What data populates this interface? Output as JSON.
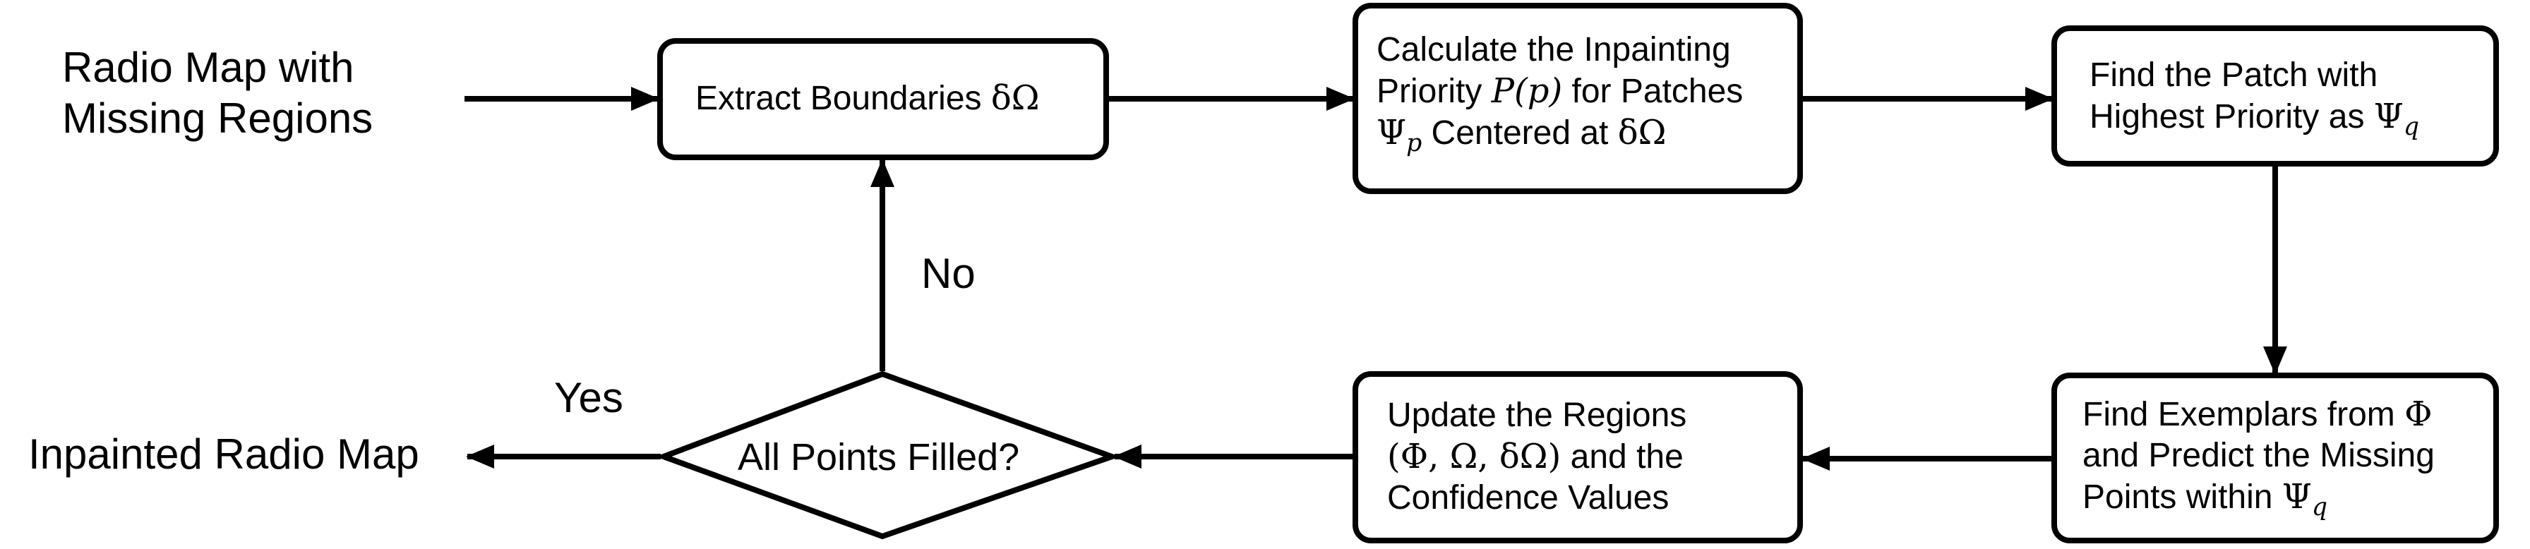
{
  "input_label_line1": "Radio Map with",
  "input_label_line2": "Missing Regions",
  "output_label": "Inpainted Radio Map",
  "decision": {
    "question": "All Points Filled?",
    "yes": "Yes",
    "no": "No"
  },
  "steps": {
    "extract": {
      "text": "Extract Boundaries ",
      "math": "δΩ"
    },
    "priority": {
      "line1": "Calculate the Inpainting",
      "line2_a": "Priority ",
      "line2_math": "P(p)",
      "line2_b": " for Patches",
      "line3_sym": "Ψ",
      "line3_sub": "p",
      "line3_b": " Centered at ",
      "line3_math": "δΩ"
    },
    "find_patch": {
      "line1": "Find the Patch with",
      "line2_a": "Highest Priority as ",
      "line2_sym": "Ψ",
      "line2_sub": "q"
    },
    "exemplars": {
      "line1_a": "Find Exemplars from ",
      "line1_sym": "Φ",
      "line2": "and Predict the Missing",
      "line3_a": "Points within ",
      "line3_sym": "Ψ",
      "line3_sub": "q"
    },
    "update": {
      "line1": "Update the Regions",
      "line2_math": "(Φ, Ω, δΩ)",
      "line2_b": " and the",
      "line3": "Confidence Values"
    }
  }
}
